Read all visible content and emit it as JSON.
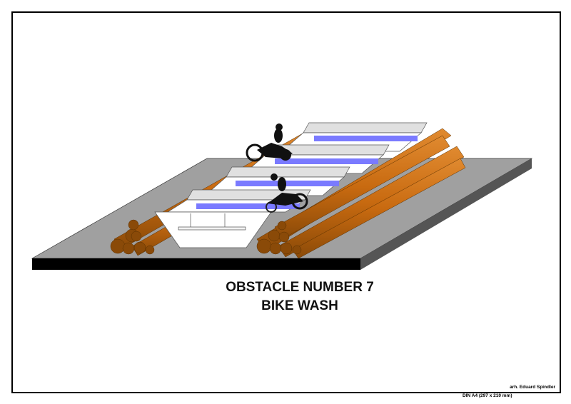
{
  "title": {
    "line1": "OBSTACLE NUMBER 7",
    "line2": "BIKE WASH"
  },
  "author": "arh. Eduard Spindler",
  "paper_format": "DIN A4 (297 x 210 mm)",
  "colors": {
    "platform_top": "#a0a0a0",
    "platform_front": "#000000",
    "platform_side": "#555555",
    "log": "#c86a10",
    "log_end": "#8a4a08",
    "water": "#7a7aff",
    "trough": "#e0e0e0"
  }
}
